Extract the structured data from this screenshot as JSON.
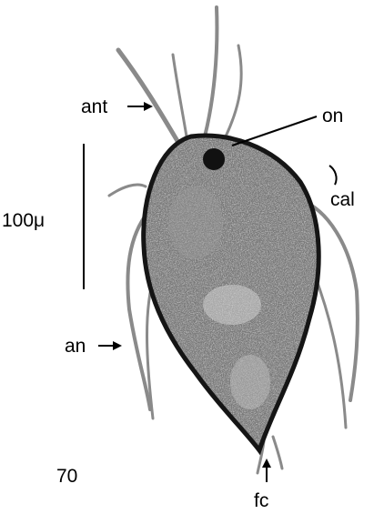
{
  "labels": {
    "antenna": "ant",
    "oral_nerve": "on",
    "caudal": "cal",
    "scale": "100μ",
    "anal": "an",
    "figure_number": "70",
    "frontal": "fc"
  },
  "colors": {
    "ink": "#000000",
    "body_fill": "#6d6d6d",
    "shell": "#1a1a1a",
    "appendage": "#7a7a7a",
    "background": "#ffffff"
  }
}
